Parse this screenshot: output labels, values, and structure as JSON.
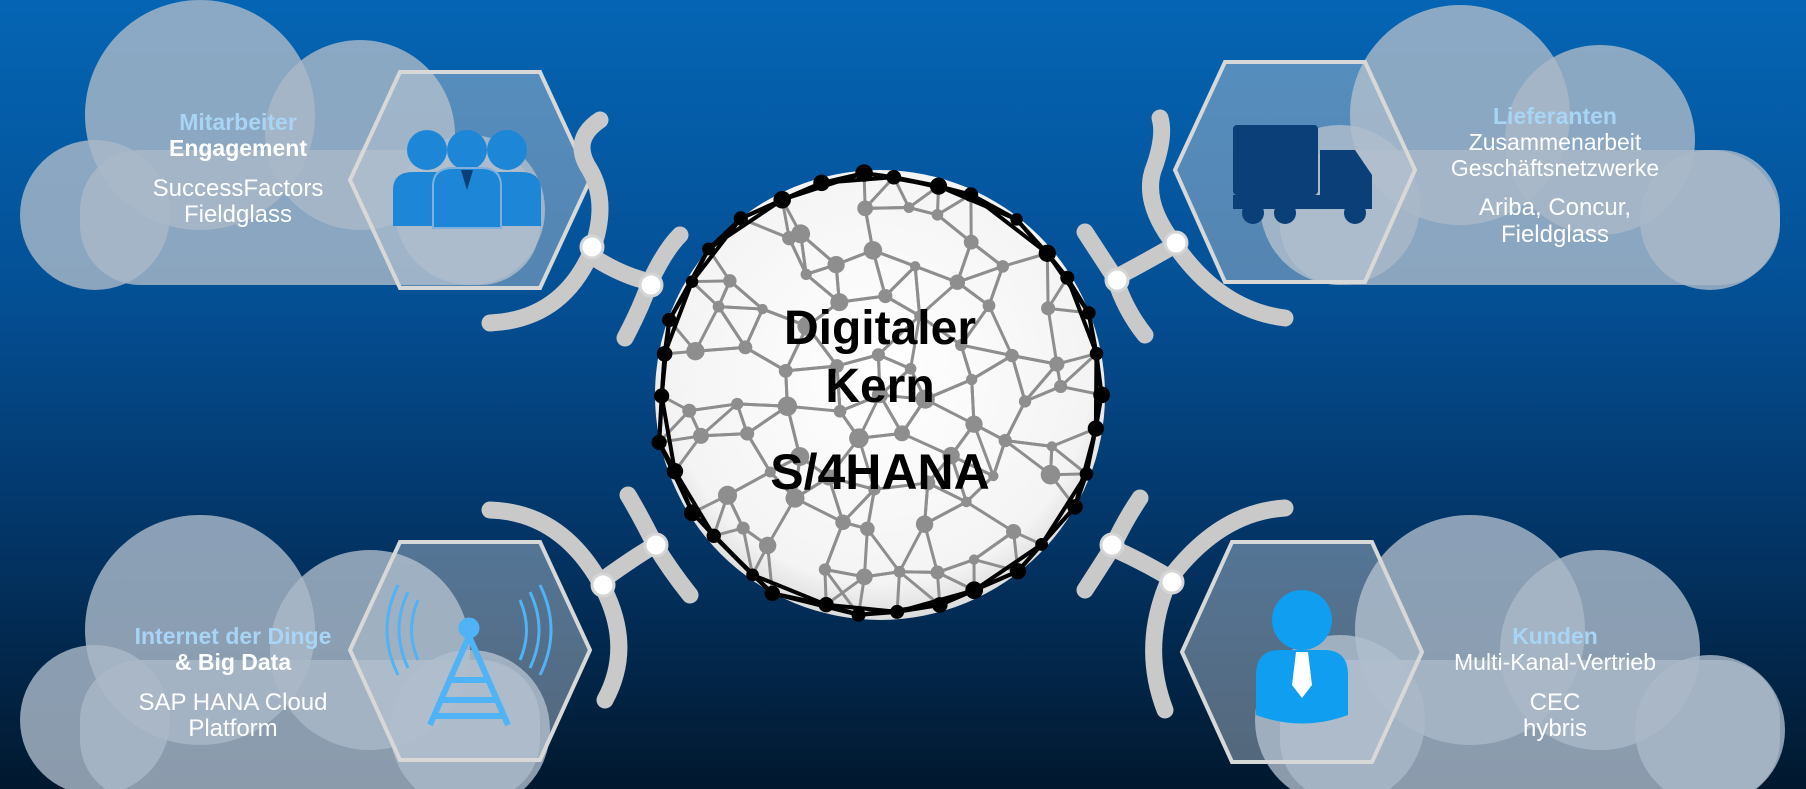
{
  "core": {
    "line1": "Digitaler",
    "line2": "Kern",
    "line3": "S/4HANA"
  },
  "clouds": {
    "employees": {
      "title_line1": "Mitarbeiter",
      "title_line2": "Engagement",
      "products": [
        "SuccessFactors",
        "Fieldglass"
      ],
      "icon": "people-group-icon"
    },
    "suppliers": {
      "title_line1": "Lieferanten",
      "title_line2": "Zusammenarbeit",
      "title_line3": "Geschäftsnetzwerke",
      "products": [
        "Ariba, Concur,",
        "Fieldglass"
      ],
      "icon": "delivery-truck-icon"
    },
    "iot": {
      "title_line1": "Internet der Dinge",
      "title_line2": "& Big Data",
      "products": [
        "SAP HANA Cloud",
        "Platform"
      ],
      "icon": "radio-tower-icon"
    },
    "customers": {
      "title_line1": "Kunden",
      "title_line2": "Multi-Kanal-Vertrieb",
      "products": [
        "CEC",
        "hybris"
      ],
      "icon": "customer-person-icon"
    }
  },
  "colors": {
    "background_top": "#0565b4",
    "background_bottom": "#01182e",
    "cloud_fill": "#a9b8c8",
    "title_accent": "#a8d4f5",
    "icon_blue": "#1e86d6",
    "icon_light_blue": "#4fb3f6",
    "icon_navy": "#0b3f78",
    "sphere_gray": "#8e8e8e"
  }
}
